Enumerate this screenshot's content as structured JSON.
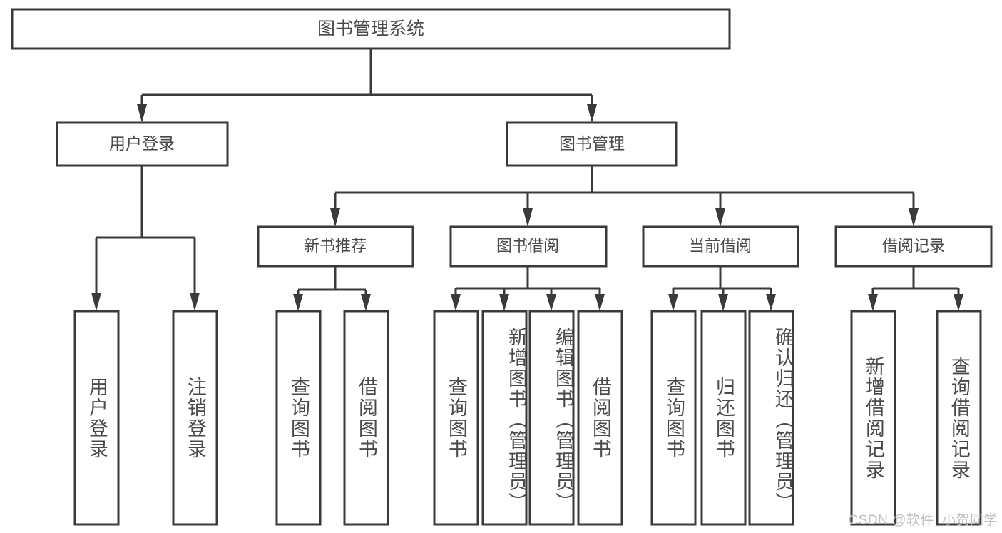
{
  "diagram": {
    "title": "图书管理系统",
    "type": "tree-hierarchy-chart",
    "root": {
      "label": "图书管理系统"
    },
    "level1": [
      {
        "label": "用户登录"
      },
      {
        "label": "图书管理"
      }
    ],
    "level2": [
      {
        "label": "新书推荐"
      },
      {
        "label": "图书借阅"
      },
      {
        "label": "当前借阅"
      },
      {
        "label": "借阅记录"
      }
    ],
    "leaves": {
      "user_login": [
        {
          "label": "用户登录"
        },
        {
          "label": "注销登录"
        }
      ],
      "new_book_recommend": [
        {
          "label": "查询图书"
        },
        {
          "label": "借阅图书"
        }
      ],
      "book_borrow": [
        {
          "label": "查询图书"
        },
        {
          "label": "新增图书（管理员）"
        },
        {
          "label": "编辑图书（管理员）"
        },
        {
          "label": "借阅图书"
        }
      ],
      "current_borrow": [
        {
          "label": "查询图书"
        },
        {
          "label": "归还图书"
        },
        {
          "label": "确认归还（管理员）"
        }
      ],
      "borrow_record": [
        {
          "label": "新增借阅记录"
        },
        {
          "label": "查询借阅记录"
        }
      ]
    }
  },
  "watermark": {
    "text": "CSDN @软件_小贺同学"
  },
  "colors": {
    "background": "#ffffff",
    "box_fill": "#ffffff",
    "stroke": "#3a3a3a",
    "text": "#4a4a4a",
    "watermark": "#bfbfbf"
  }
}
